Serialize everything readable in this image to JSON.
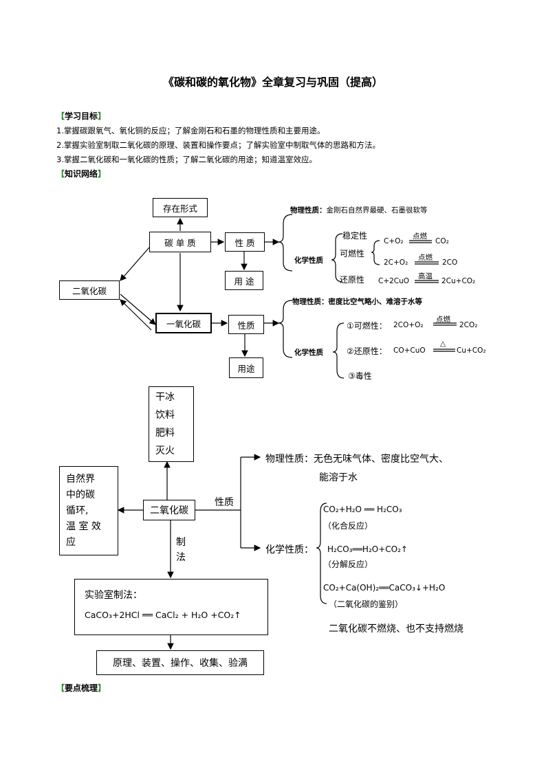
{
  "title": "《碳和碳的氧化物》全章复习与巩固（提高）",
  "sections": {
    "goals_heading": "学习目标",
    "network_heading": "知识网络",
    "points_heading": "要点梳理"
  },
  "goals": [
    "1.掌握碳跟氧气、氧化铜的反应；了解金刚石和石墨的物理性质和主要用途。",
    "2.掌握实验室制取二氧化碳的原理、装置和操作要点；了解实验室中制取气体的思路和方法。",
    "3.掌握二氧化碳和一氧化碳的性质；了解二氧化碳的用途；知道温室效应。"
  ],
  "diagram1": {
    "existence": "存在形式",
    "carbon": "碳 单 质",
    "property": "性 质",
    "use": "用 途",
    "co2": "二氧化碳",
    "co": "一氧化碳",
    "co_property": "性质",
    "co_use": "用途",
    "c_phys": "物理性质：",
    "c_phys_text": "金刚石自然界最硬、石墨很软等",
    "c_chem": "化学性质",
    "stable": "稳定性",
    "combust": "可燃性",
    "reduce": "还原性",
    "r1_left": "C+O₂",
    "r1_cond": "点燃",
    "r1_right": "CO₂",
    "r2_left": "2C+O₂",
    "r2_cond": "点燃",
    "r2_right": "2CO",
    "r3_left": "C+2CuO",
    "r3_cond": "高温",
    "r3_right": "2Cu+CO₂",
    "co_phys": "物理性质：密度比空气略小、难溶于水等",
    "co_chem": "化学性质",
    "co_c1": "①可燃性：",
    "co_r1_left": "2CO+O₂",
    "co_r1_cond": "点燃",
    "co_r1_right": "2CO₂",
    "co_c2": "②还原性：",
    "co_r2_left": "CO+CuO",
    "co_r2_cond": "△",
    "co_r2_right": "Cu+CO₂",
    "co_c3": "③毒性"
  },
  "diagram2": {
    "uses": [
      "干冰",
      "饮料",
      "肥料",
      "灭火"
    ],
    "nature": [
      "自然界",
      "中的碳",
      "循环,",
      "温 室 效",
      "应"
    ],
    "center": "二氧化碳",
    "property": "性质",
    "method": [
      "制",
      "法"
    ],
    "phys": "物理性质：无色无味气体、密度比空气大、",
    "phys2": "能溶于水",
    "chem": "化学性质：",
    "eq1": "CO₂+H₂O ══  H₂CO₃",
    "eq1_note": "（化合反应）",
    "eq2": "H₂CO₃══H₂O+CO₂↑",
    "eq2_note": "（分解反应）",
    "eq3": "CO₂+Ca(OH)₂══CaCO₃↓+H₂O",
    "eq3_note": "（二氧化碳的鉴别）",
    "no_burn": "二氧化碳不燃烧、也不支持燃烧",
    "lab_title": "实验室制法：",
    "lab_eq": "CaCO₃+2HCl ══ CaCl₂ + H₂O +CO₂↑",
    "steps": "原理、装置、操作、收集、验满"
  }
}
